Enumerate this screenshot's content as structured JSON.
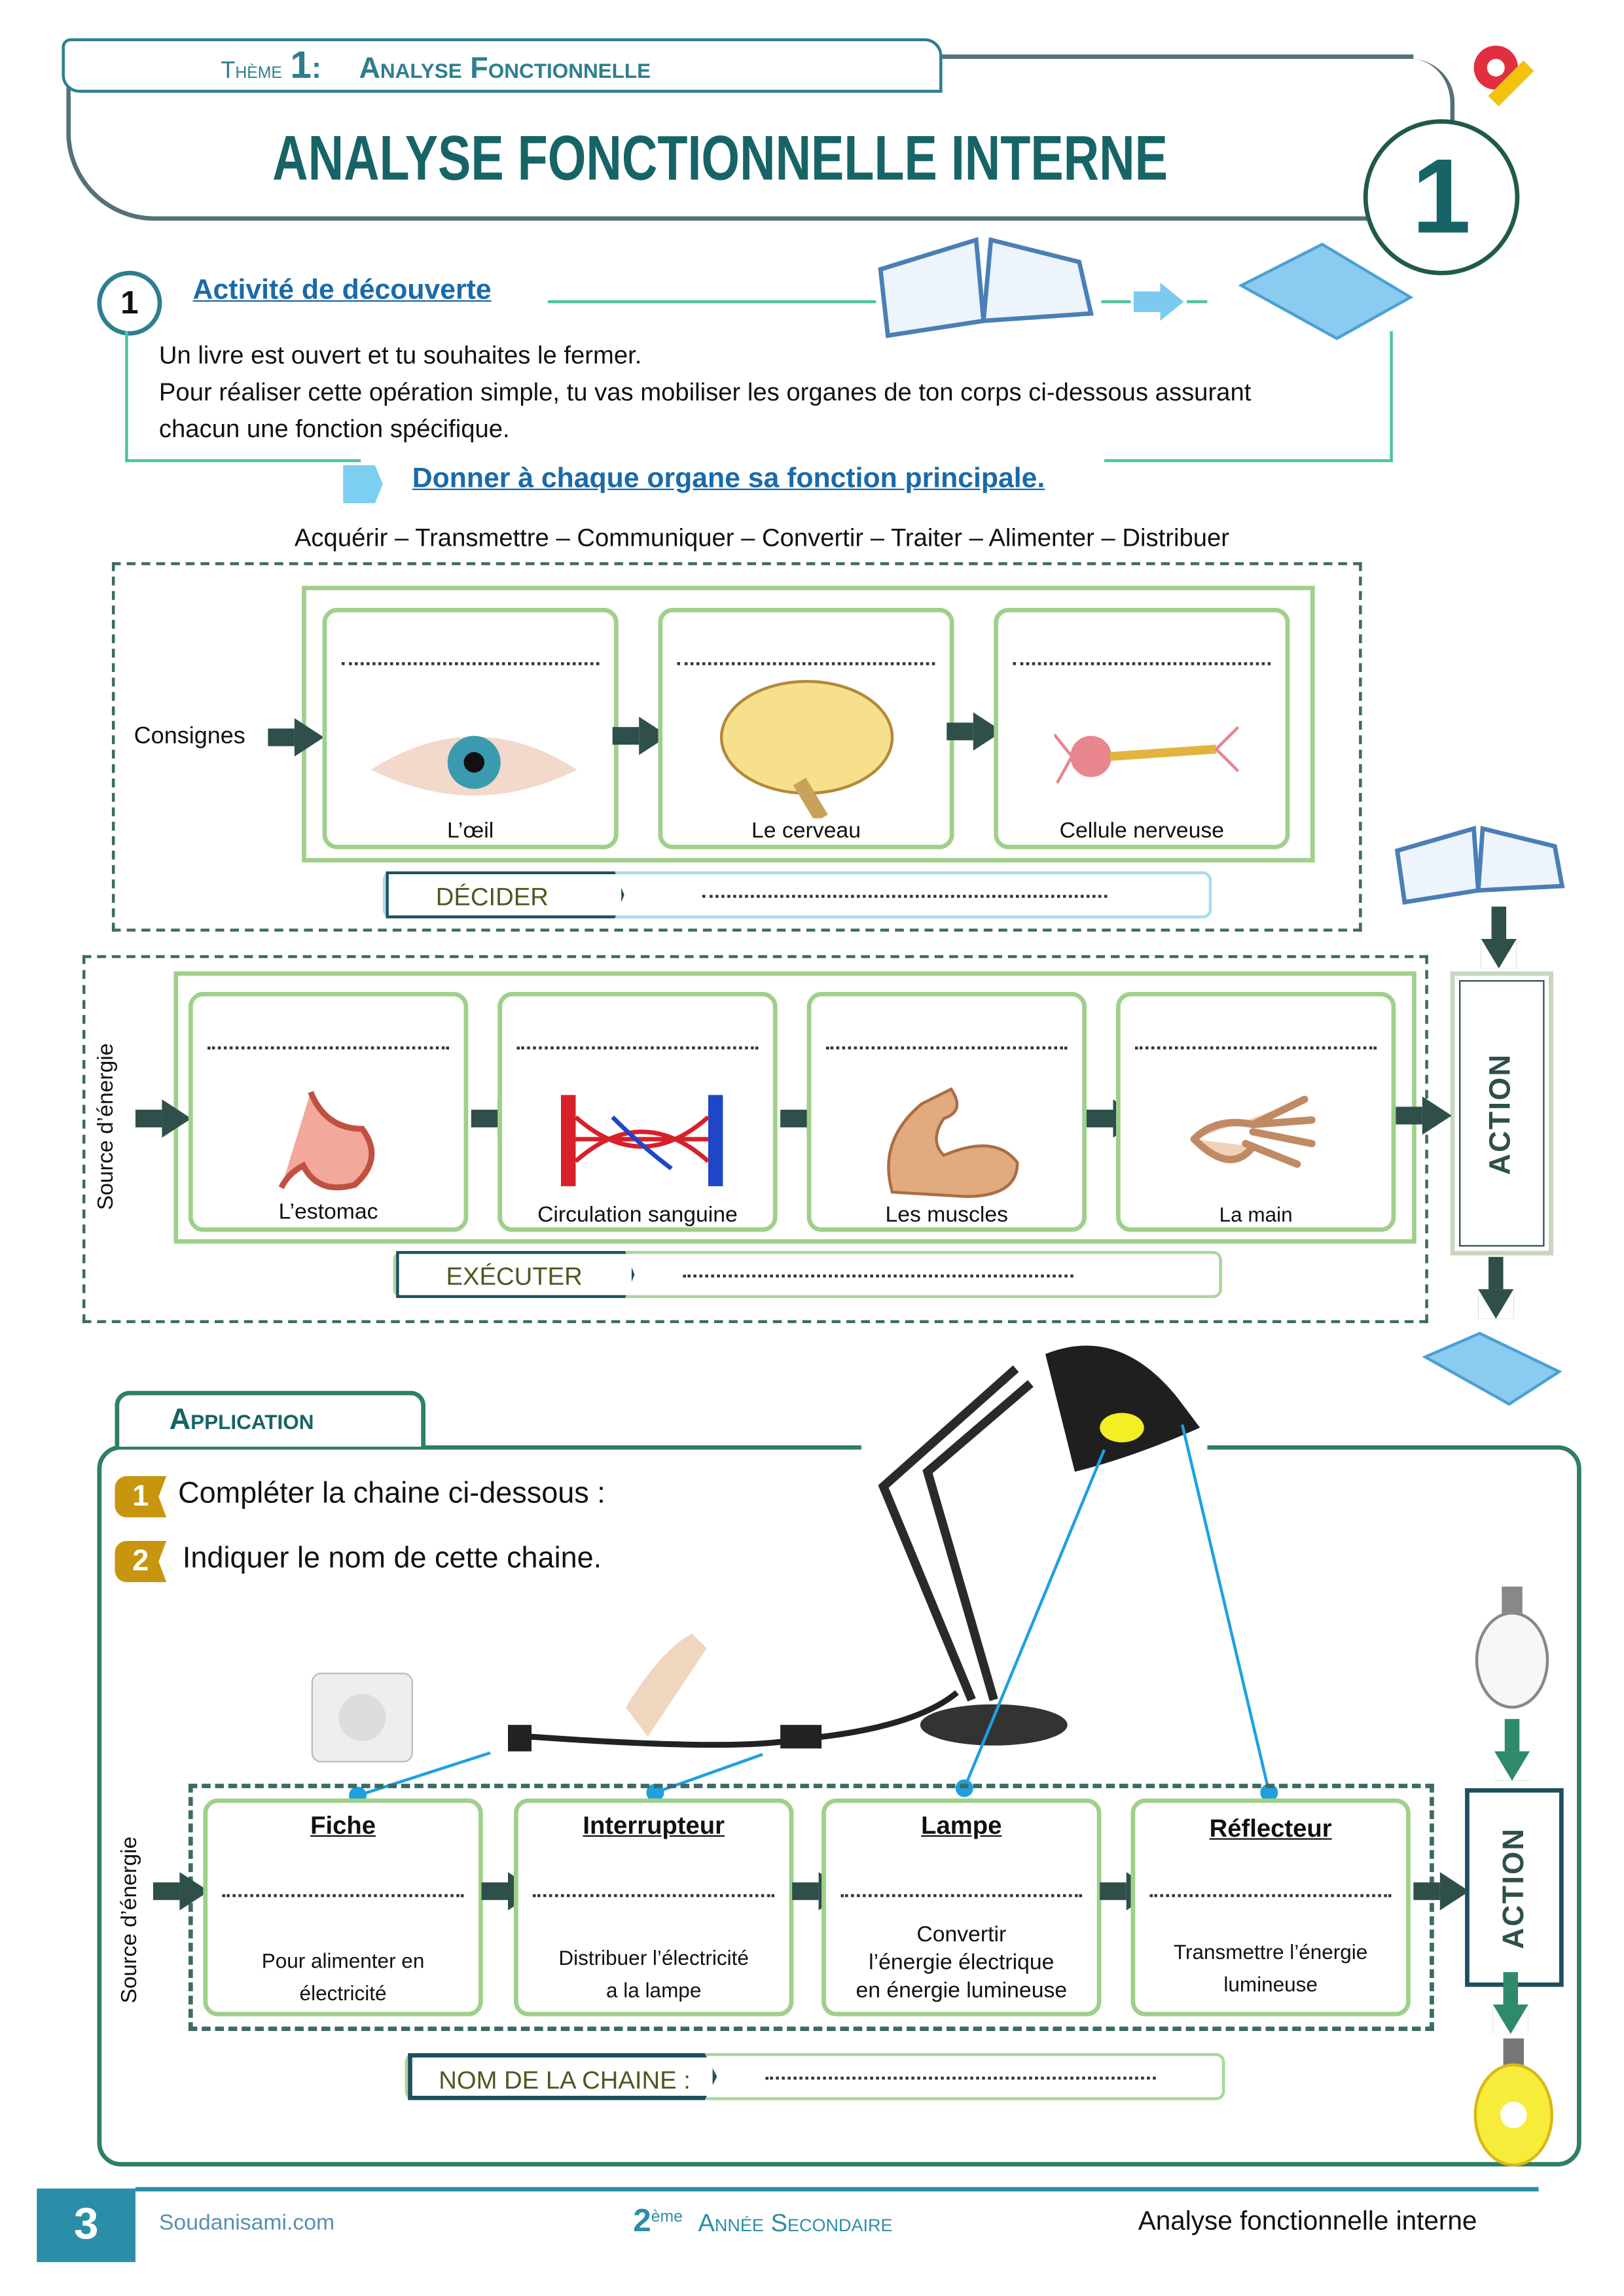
{
  "header": {
    "theme_label": "Thème",
    "theme_number": "1",
    "theme_sep": ":",
    "theme_title": "Analyse Fonctionnelle",
    "title": "ANALYSE FONCTIONNELLE INTERNE",
    "chapter_number": "1"
  },
  "activity": {
    "number": "1",
    "title": "Activité de découverte",
    "lines": [
      "Un livre est ouvert et tu souhaites le fermer.",
      "Pour réaliser cette opération simple, tu vas mobiliser les organes de ton corps ci-dessous assurant",
      "chacun une fonction spécifique."
    ],
    "instruction": "Donner à chaque organe sa fonction principale.",
    "functions": "Acquérir – Transmettre – Communiquer – Convertir – Traiter – Alimenter – Distribuer"
  },
  "decide": {
    "input_label": "Consignes",
    "organs": [
      "L’œil",
      "Le  cerveau",
      "Cellule nerveuse"
    ],
    "tag": "DÉCIDER"
  },
  "execute": {
    "input_label": "Source d’énergie",
    "organs": [
      "L’estomac",
      "Circulation sanguine",
      "Les muscles",
      "La main"
    ],
    "tag": "EXÉCUTER",
    "action": "ACTION"
  },
  "application": {
    "tab": "Application",
    "questions": [
      {
        "n": "1",
        "text": "Compléter la chaine ci-dessous :"
      },
      {
        "n": "2",
        "text": "Indiquer le nom de cette chaine."
      }
    ],
    "input_label": "Source d’énergie",
    "components": [
      {
        "name": "Fiche",
        "desc": [
          "Pour alimenter en",
          "électricité"
        ]
      },
      {
        "name": "Interrupteur",
        "desc": [
          "Distribuer l’électricité",
          "a la lampe"
        ]
      },
      {
        "name": "Lampe",
        "desc": [
          "Convertir",
          "l’énergie électrique",
          "en énergie lumineuse"
        ]
      },
      {
        "name": "Réflecteur",
        "desc": [
          "Transmettre l’énergie",
          "lumineuse"
        ]
      }
    ],
    "action": "ACTION",
    "chain_tag": "NOM DE LA CHAINE :"
  },
  "footer": {
    "page": "3",
    "site": "Soudanisami.com",
    "year_num": "2",
    "year_sup": "ème",
    "year_text": "Année Secondaire",
    "chapter": "Analyse fonctionnelle interne"
  },
  "colors": {
    "teal": "#176466",
    "blue": "#1a6aa8",
    "green": "#9fd08a",
    "dark": "#2f4f4a",
    "gold": "#c8960e"
  }
}
